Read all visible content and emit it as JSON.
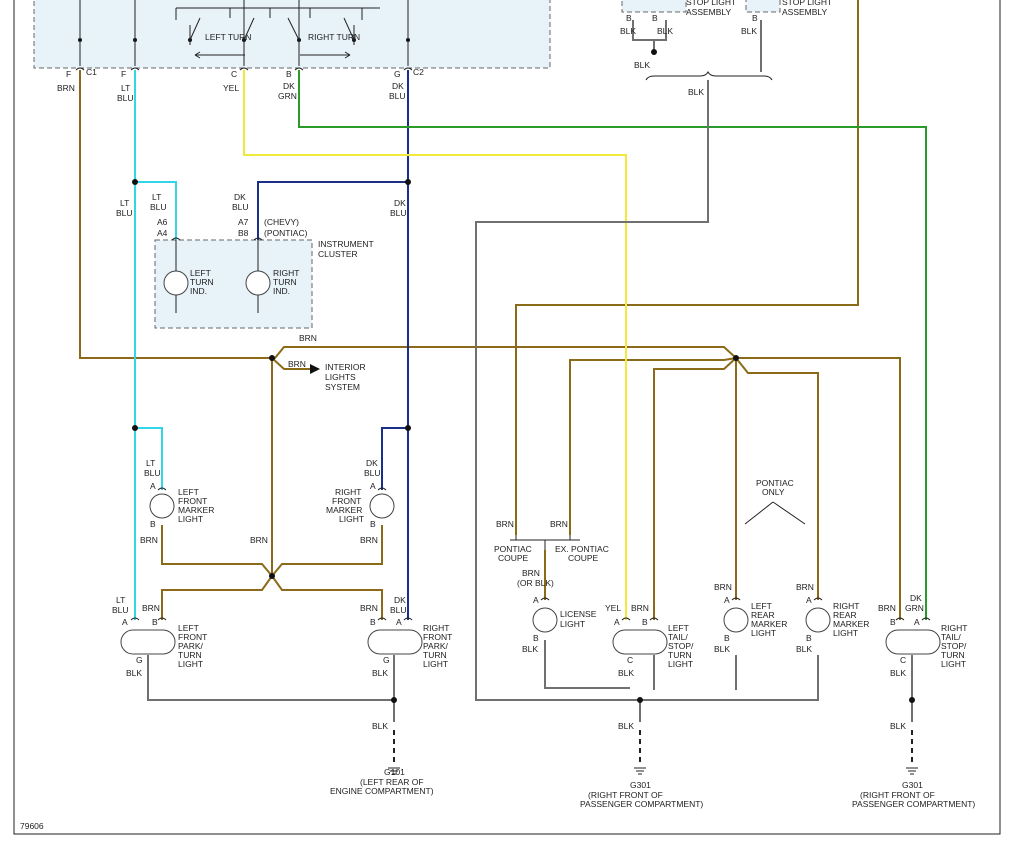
{
  "diagram_id": "79606",
  "switch": {
    "left_turn": "LEFT TURN",
    "right_turn": "RIGHT TURN"
  },
  "top_connectors": {
    "c1": "C1",
    "c2": "C2",
    "pin_f1": "F",
    "pin_f2": "F",
    "pin_c": "C",
    "pin_b": "B",
    "pin_g": "G",
    "w_brn": "BRN",
    "w_ltblu_1": "LT",
    "w_ltblu_2": "BLU",
    "w_yel": "YEL",
    "w_dkgrn_1": "DK",
    "w_dkgrn_2": "GRN",
    "w_dkblu_1": "DK",
    "w_dkblu_2": "BLU"
  },
  "stop_lights": {
    "left_label": "STOP LIGHT ASSEMBLY",
    "right_label": "STOP LIGHT ASSEMBLY",
    "pin_b": "B",
    "wire_blk": "BLK"
  },
  "cluster": {
    "title": "INSTRUMENT CLUSTER",
    "left_wire_1": "LT",
    "left_wire_2": "BLU",
    "left_pin_a6": "A6",
    "left_pin_a4": "A4",
    "right_wire_1": "DK",
    "right_wire_2": "BLU",
    "right_pin_a7": "A7",
    "right_pin_b8": "B8",
    "chevy": "(CHEVY)",
    "pontiac": "(PONTIAC)",
    "left_ind": "LEFT TURN IND.",
    "right_ind": "RIGHT TURN IND."
  },
  "mid": {
    "ltblu_1": "LT",
    "ltblu_2": "BLU",
    "dkblu_1": "DK",
    "dkblu_2": "BLU",
    "brn_top": "BRN",
    "brn_int": "BRN",
    "interior": "INTERIOR LIGHTS SYSTEM"
  },
  "front": {
    "left_marker": "LEFT FRONT MARKER LIGHT",
    "right_marker": "RIGHT FRONT MARKER LIGHT",
    "left_park": "LEFT FRONT PARK/ TURN LIGHT",
    "right_park": "RIGHT FRONT PARK/ TURN LIGHT",
    "pin_a": "A",
    "pin_b": "B",
    "pin_g": "G",
    "lt": "LT",
    "blu": "BLU",
    "dk": "DK",
    "brn": "BRN",
    "blk": "BLK",
    "ground_id": "G101",
    "ground_desc": "(LEFT REAR OF ENGINE COMPARTMENT)"
  },
  "rear": {
    "pontiac_coupe": "PONTIAC COUPE",
    "ex_pontiac_coupe": "EX. PONTIAC COUPE",
    "pontiac_only": "PONTIAC ONLY",
    "license": "LICENSE LIGHT",
    "brn_or_blk": "(OR BLK)",
    "left_tail": "LEFT TAIL/ STOP/ TURN LIGHT",
    "right_tail": "RIGHT TAIL/ STOP/ TURN LIGHT",
    "left_rear_marker": "LEFT REAR MARKER LIGHT",
    "right_rear_marker": "RIGHT REAR MARKER LIGHT",
    "yel": "YEL",
    "brn": "BRN",
    "blk": "BLK",
    "dk": "DK",
    "grn": "GRN",
    "pin_a": "A",
    "pin_b": "B",
    "pin_c": "C",
    "g301a_id": "G301",
    "g301a_desc": "(RIGHT FRONT OF PASSENGER COMPARTMENT)",
    "g301b_id": "G301",
    "g301b_desc": "(RIGHT FRONT OF PASSENGER COMPARTMENT)"
  }
}
